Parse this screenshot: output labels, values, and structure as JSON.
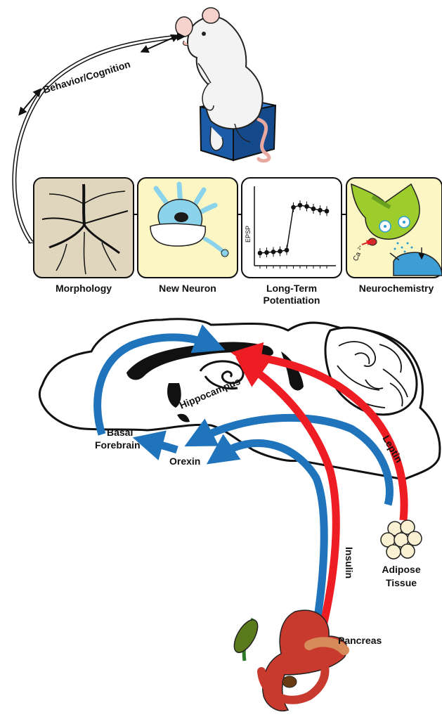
{
  "top": {
    "cycle_label": "Behavior/Cognition",
    "panels": [
      {
        "id": "morphology",
        "label": "Morphology"
      },
      {
        "id": "new_neuron",
        "label": "New Neuron"
      },
      {
        "id": "ltp",
        "label_line1": "Long-Term",
        "label_line2": "Potentiation"
      },
      {
        "id": "neurochemistry",
        "label": "Neurochemistry"
      }
    ],
    "ltp_plot": {
      "ylabel": "EPSP",
      "values": [
        1.0,
        1.02,
        1.04,
        1.06,
        1.1,
        2.55,
        2.62,
        2.58,
        2.5,
        2.45,
        2.42
      ]
    },
    "neurochem": {
      "ion": "Ca",
      "ion_charge": "2+"
    }
  },
  "brain": {
    "regions": {
      "hippocampus": "Hippocampus",
      "basal_line1": "Basal",
      "basal_line2": "Forebrain",
      "orexin": "Orexin"
    },
    "signals": {
      "leptin": "Leptin",
      "insulin": "Insulin"
    },
    "organs": {
      "adipose_line1": "Adipose",
      "adipose_line2": "Tissue",
      "pancreas": "Pancreas"
    }
  },
  "colors": {
    "blue_arrow": "#1f74bc",
    "red_arrow": "#ee1c23",
    "panel_yellow": "#fbf6c4",
    "neuron_blue": "#8ad3ea",
    "synapse_green": "#9ccd2c",
    "cube_blue": "#1a5ca8",
    "pancreas_red": "#c83a2e"
  }
}
